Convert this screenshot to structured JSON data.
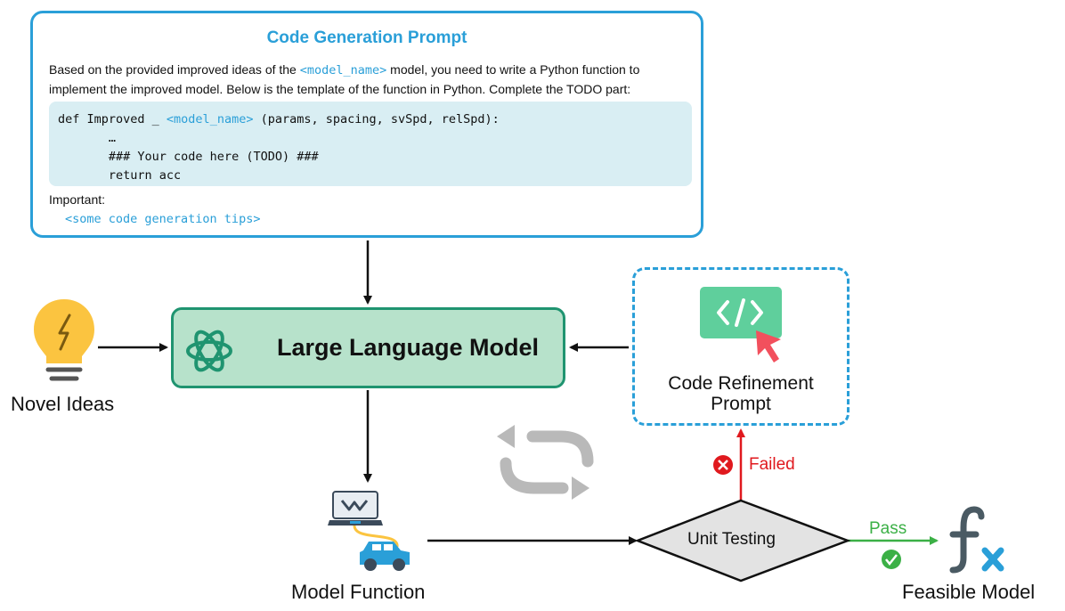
{
  "prompt": {
    "title": "Code Generation Prompt",
    "line1_pre": "Based on the provided improved ideas of the ",
    "model_placeholder": "<model_name>",
    "line1_post": " model, you need to write a Python function to",
    "line2": "implement the improved model.  Below is the template of the function in Python. Complete the TODO part:",
    "code": {
      "def_pre": "def Improved _ ",
      "def_post": " (params, spacing, svSpd, relSpd):",
      "ellipsis": "       …",
      "todo": "       ### Your code here (TODO) ###",
      "ret": "       return acc"
    },
    "important_label": "Important:",
    "tips": "<some code generation tips>"
  },
  "llm": {
    "label": "Large Language Model"
  },
  "novel_ideas": {
    "label": "Novel Ideas"
  },
  "refinement": {
    "line1": "Code Refinement",
    "line2": "Prompt"
  },
  "model_function": {
    "label": "Model Function"
  },
  "unit_testing": {
    "label": "Unit Testing"
  },
  "failed": {
    "label": "Failed"
  },
  "pass": {
    "label": "Pass"
  },
  "feasible": {
    "label": "Feasible Model"
  },
  "colors": {
    "accent_blue": "#2a9fd8",
    "llm_fill": "#b7e2cb",
    "llm_border": "#1f9470",
    "code_bg": "#d9eef3",
    "fail_red": "#e0191e",
    "pass_green": "#3bb046"
  }
}
